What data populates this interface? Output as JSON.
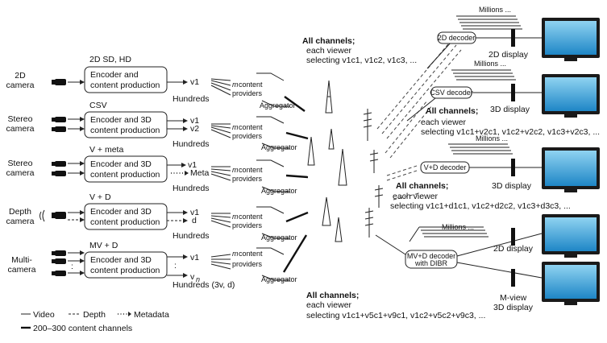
{
  "sources": [
    {
      "camera": [
        "2D",
        "camera"
      ],
      "format": "2D SD, HD",
      "encoder": [
        "Encoder and",
        "content production"
      ],
      "outputs": [
        "v1"
      ],
      "count": "Hundreds"
    },
    {
      "camera": [
        "Stereo",
        "camera"
      ],
      "format": "CSV",
      "encoder": [
        "Encoder and 3D",
        "content production"
      ],
      "outputs": [
        "v1",
        "v2"
      ],
      "count": "Hundreds"
    },
    {
      "camera": [
        "Stereo",
        "camera"
      ],
      "format": "V + meta",
      "encoder": [
        "Encoder and 3D",
        "content production"
      ],
      "outputs": [
        "v1",
        "Meta"
      ],
      "count": "Hundreds"
    },
    {
      "camera": [
        "Depth",
        "camera"
      ],
      "format": "V + D",
      "encoder": [
        "Encoder and 3D",
        "content production"
      ],
      "outputs": [
        "v1",
        "d"
      ],
      "count": "Hundreds"
    },
    {
      "camera": [
        "Multi-",
        "camera"
      ],
      "format": "MV + D",
      "encoder": [
        "Encoder and 3D",
        "content production"
      ],
      "outputs": [
        "v1",
        "v",
        "n"
      ],
      "count": "Hundreds (3v, d)"
    }
  ],
  "providers": {
    "m": "m",
    "label_1": "content",
    "label_2": "providers",
    "aggregator": "Aggregator"
  },
  "channels": [
    {
      "title": "All channels;",
      "line2": "each viewer",
      "line3": "selecting v1c1, v1c2, v1c3, ..."
    },
    {
      "title": "All channels;",
      "line2": "each viewer",
      "line3": "selecting v1c1+v2c1, v1c2+v2c2, v1c3+v2c3, ..."
    },
    {
      "title": "All channels;",
      "line2": "each viewer",
      "line3": "selecting v1c1+d1c1, v1c2+d2c2, v1c3+d3c3, ..."
    },
    {
      "title": "All channels;",
      "line2": "each viewer",
      "line3": "selecting v1c1+v5c1+v9c1, v1c2+v5c2+v9c3, ..."
    }
  ],
  "receivers": [
    {
      "millions": "Millions ...",
      "decoder": [
        "2D decoder"
      ],
      "display": [
        "2D display"
      ]
    },
    {
      "millions": "Millions ...",
      "decoder": [
        "CSV decoder"
      ],
      "display": [
        "3D display"
      ]
    },
    {
      "millions": "Millions ...",
      "decoder": [
        "V+D decoder"
      ],
      "display": [
        "3D display"
      ]
    },
    {
      "millions": "Millions ...",
      "decoder": [
        "MV+D decoder",
        "with DIBR"
      ],
      "display": [
        "2D display"
      ]
    },
    {
      "millions": "",
      "decoder": [],
      "display": [
        "M-view",
        "3D display"
      ]
    }
  ],
  "legend": {
    "video": "Video",
    "depth": "Depth",
    "metadata": "Metadata",
    "channels": "200–300 content channels"
  },
  "colors": {
    "screen_top": "#8fd3f1",
    "screen_bottom": "#1e86c6",
    "frame": "#1a1a1a"
  }
}
